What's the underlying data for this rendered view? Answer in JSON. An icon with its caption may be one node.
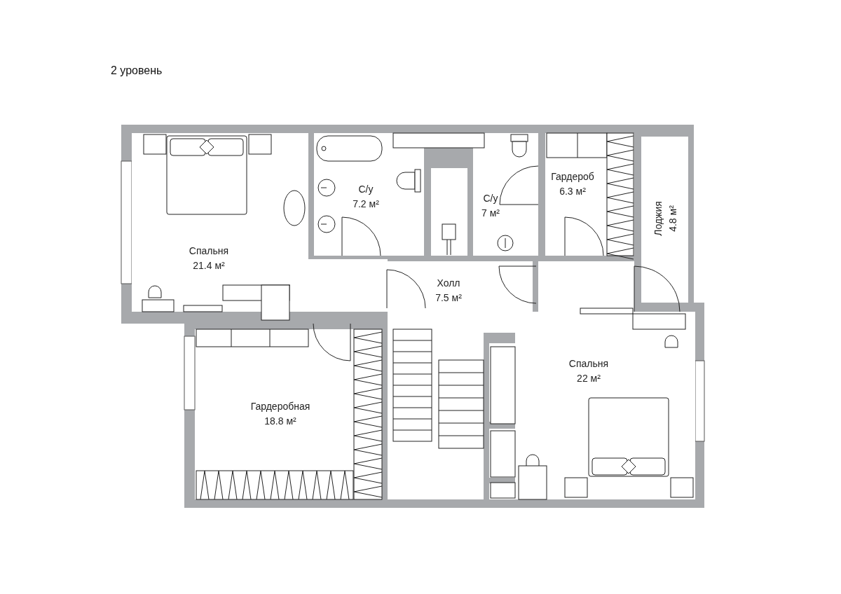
{
  "diagram": {
    "title": "2 уровень",
    "nodes": [
      {
        "text": [
          "Спальня",
          "21.4 м²"
        ]
      },
      {
        "text": [
          "С/у",
          "7.2 м²"
        ]
      },
      {
        "text": [
          "С/у",
          "7 м²"
        ]
      },
      {
        "text": [
          "Гардероб",
          "6.3 м²"
        ]
      },
      {
        "text": [
          "Лоджия",
          "4.8 м²"
        ]
      },
      {
        "text": [
          "Холл",
          "7.5 м²"
        ]
      },
      {
        "text": [
          "Спальня",
          "22 м²"
        ]
      },
      {
        "text": [
          "Гардеробная",
          "18.8 м²"
        ]
      }
    ]
  }
}
